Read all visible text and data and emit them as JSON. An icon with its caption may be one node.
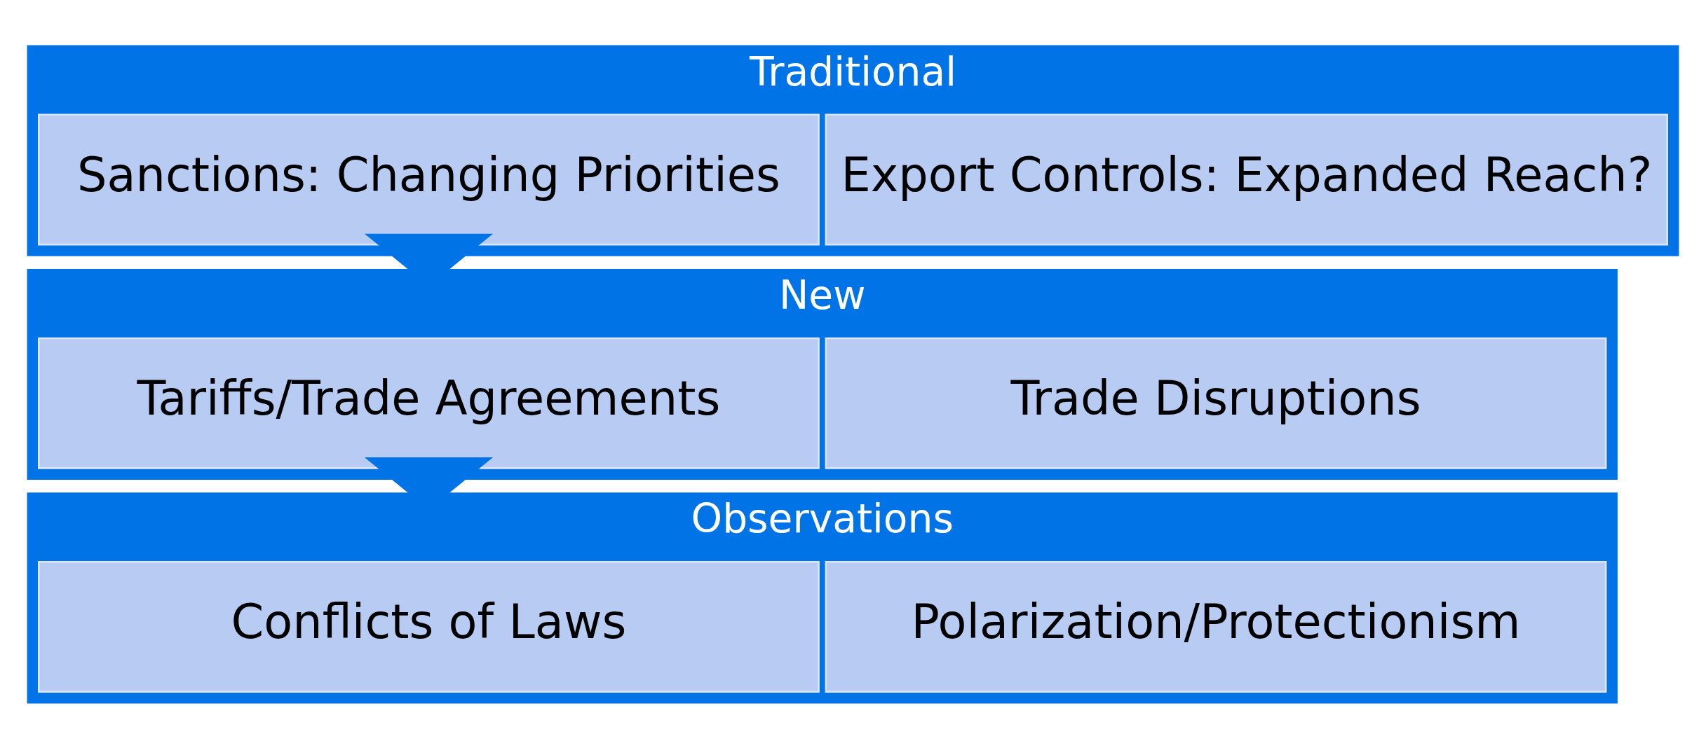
{
  "diagram": {
    "nodes": [
      {
        "text": [
          "Traditional"
        ]
      },
      {
        "text": [
          "Sanctions: Changing Priorities"
        ],
        "in": 0
      },
      {
        "text": [
          "Export Controls: Expanded Reach?"
        ],
        "in": 0
      },
      {
        "text": [
          "New"
        ]
      },
      {
        "text": [
          "Tariffs/Trade Agreements"
        ],
        "in": 3
      },
      {
        "text": [
          "Trade Disruptions"
        ],
        "in": 3
      },
      {
        "text": [
          "Observations"
        ]
      },
      {
        "text": [
          "Conflicts of Laws"
        ],
        "in": 6
      },
      {
        "text": [
          "Polarization/Protectionism"
        ],
        "in": 6
      }
    ],
    "edges": [
      {
        "from": 0,
        "to": 3,
        "arrow": "to",
        "style": "thick"
      },
      {
        "from": 3,
        "to": 6,
        "arrow": "to",
        "style": "thick"
      }
    ]
  }
}
